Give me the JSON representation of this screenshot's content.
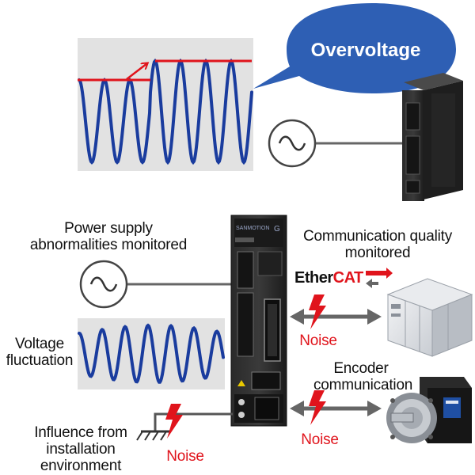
{
  "bubble": {
    "label": "Overvoltage"
  },
  "labels": {
    "power_supply": [
      "Power supply",
      "abnormalities monitored"
    ],
    "communication_quality": [
      "Communication quality",
      "monitored"
    ],
    "voltage_fluctuation": [
      "Voltage",
      "fluctuation"
    ],
    "encoder_communication": [
      "Encoder",
      "communication"
    ],
    "installation": [
      "Influence from",
      "installation",
      "environment"
    ]
  },
  "ethercat": {
    "ether": "Ether",
    "cat": "CAT"
  },
  "noise": {
    "label": "Noise"
  },
  "drive_brand": "G",
  "colors": {
    "accent_red": "#e0141c",
    "bubble_blue": "#2e5fb4",
    "wave_blue": "#1a3c9e",
    "panel_gray": "#e2e2e2",
    "arrow_gray": "#666666"
  }
}
